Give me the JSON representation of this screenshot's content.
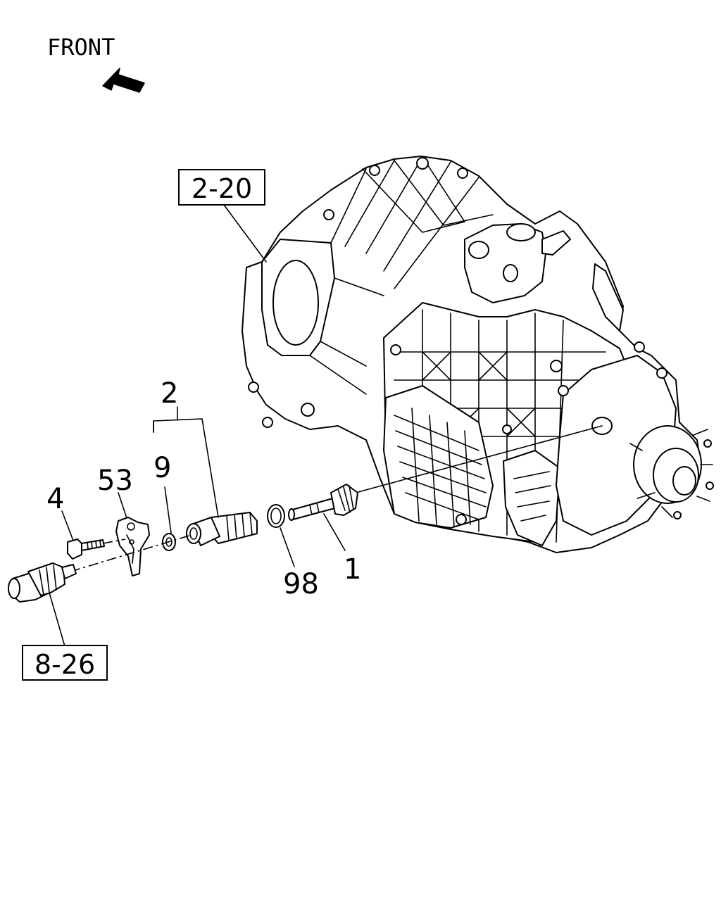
{
  "front_label": "FRONT",
  "ref_boxes": {
    "transmission": "2-20",
    "connector": "8-26"
  },
  "callouts": {
    "p1": "1",
    "p2": "2",
    "p4": "4",
    "p9": "9",
    "p53": "53",
    "p98": "98"
  },
  "icons": {
    "front_arrow": "front-arrow-icon"
  }
}
